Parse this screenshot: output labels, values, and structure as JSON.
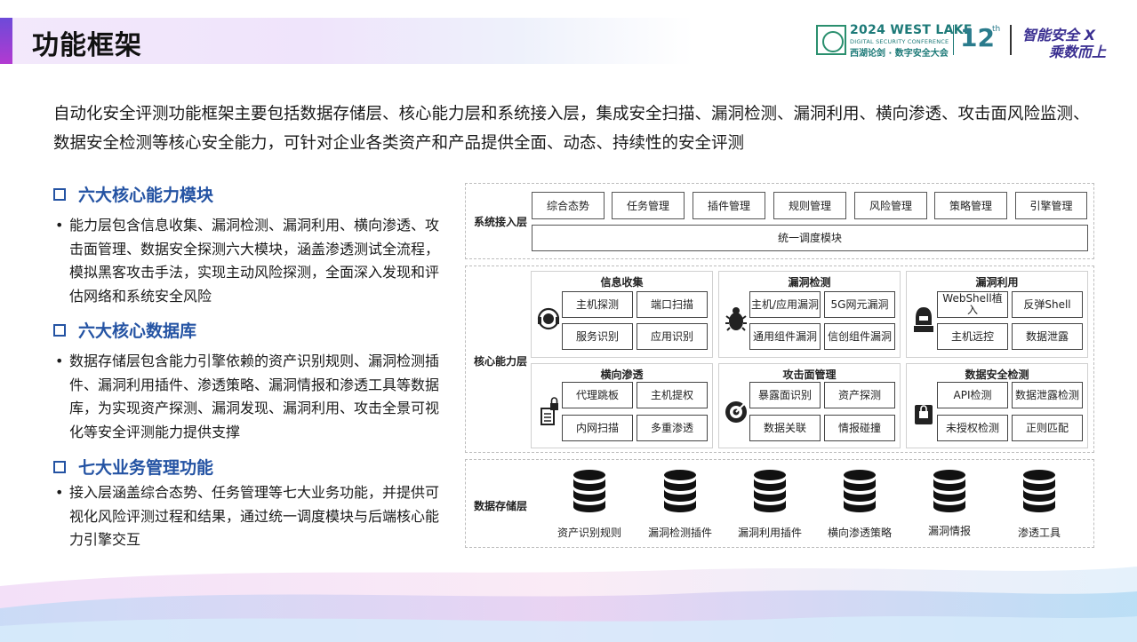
{
  "title": "功能框架",
  "logo": {
    "event_en": "2024 WEST LAKE",
    "event_en_sub": "DIGITAL SECURITY CONFERENCE",
    "event_cn": "西湖论剑 · 数字安全大会",
    "edition": "12",
    "edition_sup": "th",
    "slogan_line1": "智能安全 X",
    "slogan_line2": "乘数而上"
  },
  "intro": "自动化安全评测功能框架主要包括数据存储层、核心能力层和系统接入层，集成安全扫描、漏洞检测、漏洞利用、横向渗透、攻击面风险监测、数据安全检测等核心安全能力，可针对企业各类资产和产品提供全面、动态、持续性的安全评测",
  "sections": [
    {
      "heading": "六大核心能力模块",
      "text": "能力层包含信息收集、漏洞检测、漏洞利用、横向渗透、攻击面管理、数据安全探测六大模块，涵盖渗透测试全流程，模拟黑客攻击手法，实现主动风险探测，全面深入发现和评估网络和系统安全风险"
    },
    {
      "heading": "六大核心数据库",
      "text": "数据存储层包含能力引擎依赖的资产识别规则、漏洞检测插件、漏洞利用插件、渗透策略、漏洞情报和渗透工具等数据库，为实现资产探测、漏洞发现、漏洞利用、攻击全景可视化等安全评测能力提供支撑"
    },
    {
      "heading": "七大业务管理功能",
      "text": "接入层涵盖综合态势、任务管理等七大业务功能，并提供可视化风险评测过程和结果，通过统一调度模块与后端核心能力引擎交互"
    }
  ],
  "diagram": {
    "access_layer": {
      "label": "系统接入层",
      "modules": [
        "综合态势",
        "任务管理",
        "插件管理",
        "规则管理",
        "风险管理",
        "策略管理",
        "引擎管理"
      ],
      "scheduler": "统一调度模块"
    },
    "core_layer": {
      "label": "核心能力层",
      "panels": [
        {
          "title": "信息收集",
          "icon": "headset-icon",
          "items": [
            "主机探测",
            "端口扫描",
            "服务识别",
            "应用识别"
          ]
        },
        {
          "title": "漏洞检测",
          "icon": "bug-icon",
          "items": [
            "主机/应用漏洞",
            "5G网元漏洞",
            "通用组件漏洞",
            "信创组件漏洞"
          ]
        },
        {
          "title": "漏洞利用",
          "icon": "hacker-icon",
          "items": [
            "WebShell植入",
            "反弹Shell",
            "主机远控",
            "数据泄露"
          ]
        },
        {
          "title": "横向渗透",
          "icon": "document-lock-icon",
          "items": [
            "代理跳板",
            "主机提权",
            "内网扫描",
            "多重渗透"
          ]
        },
        {
          "title": "攻击面管理",
          "icon": "target-icon",
          "items": [
            "暴露面识别",
            "资产探测",
            "数据关联",
            "情报碰撞"
          ]
        },
        {
          "title": "数据安全检测",
          "icon": "shield-lock-icon",
          "items": [
            "API检测",
            "数据泄露检测",
            "未授权检测",
            "正则匹配"
          ]
        }
      ]
    },
    "storage_layer": {
      "label": "数据存储层",
      "dbs": [
        "资产识别规则",
        "漏洞检测插件",
        "漏洞利用插件",
        "横向渗透策略",
        "漏洞情报",
        "渗透工具"
      ]
    }
  },
  "colors": {
    "heading": "#2453a3",
    "accent": "#6d4ad8"
  }
}
